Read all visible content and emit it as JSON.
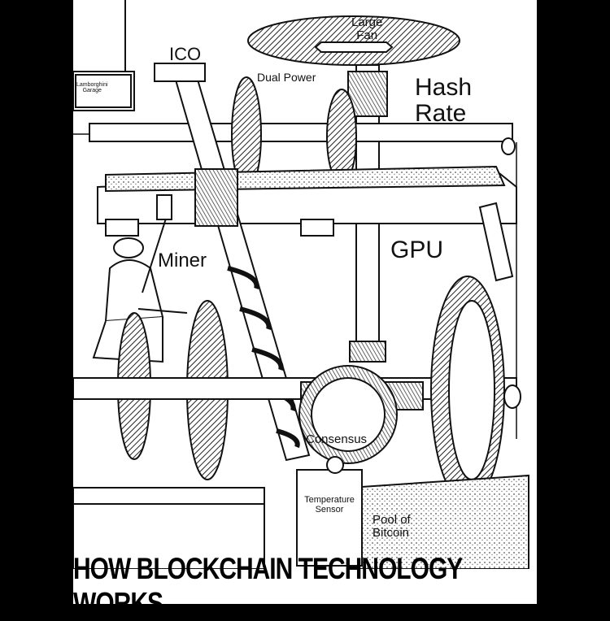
{
  "labels": {
    "large_fan": "Large\nFan",
    "ico": "ICO",
    "dual_power": "Dual Power",
    "hash_rate": "Hash\nRate",
    "lamborghini_garage": "Lamborghini\nGarage",
    "miner": "Miner",
    "gpu": "GPU",
    "consensus": "Consensus",
    "temperature_sensor": "Temperature\nSensor",
    "pool_of_bitcoin": "Pool of\nBitcoin"
  },
  "caption": "HOW BLOCKCHAIN TECHNOLOGY WORKS"
}
